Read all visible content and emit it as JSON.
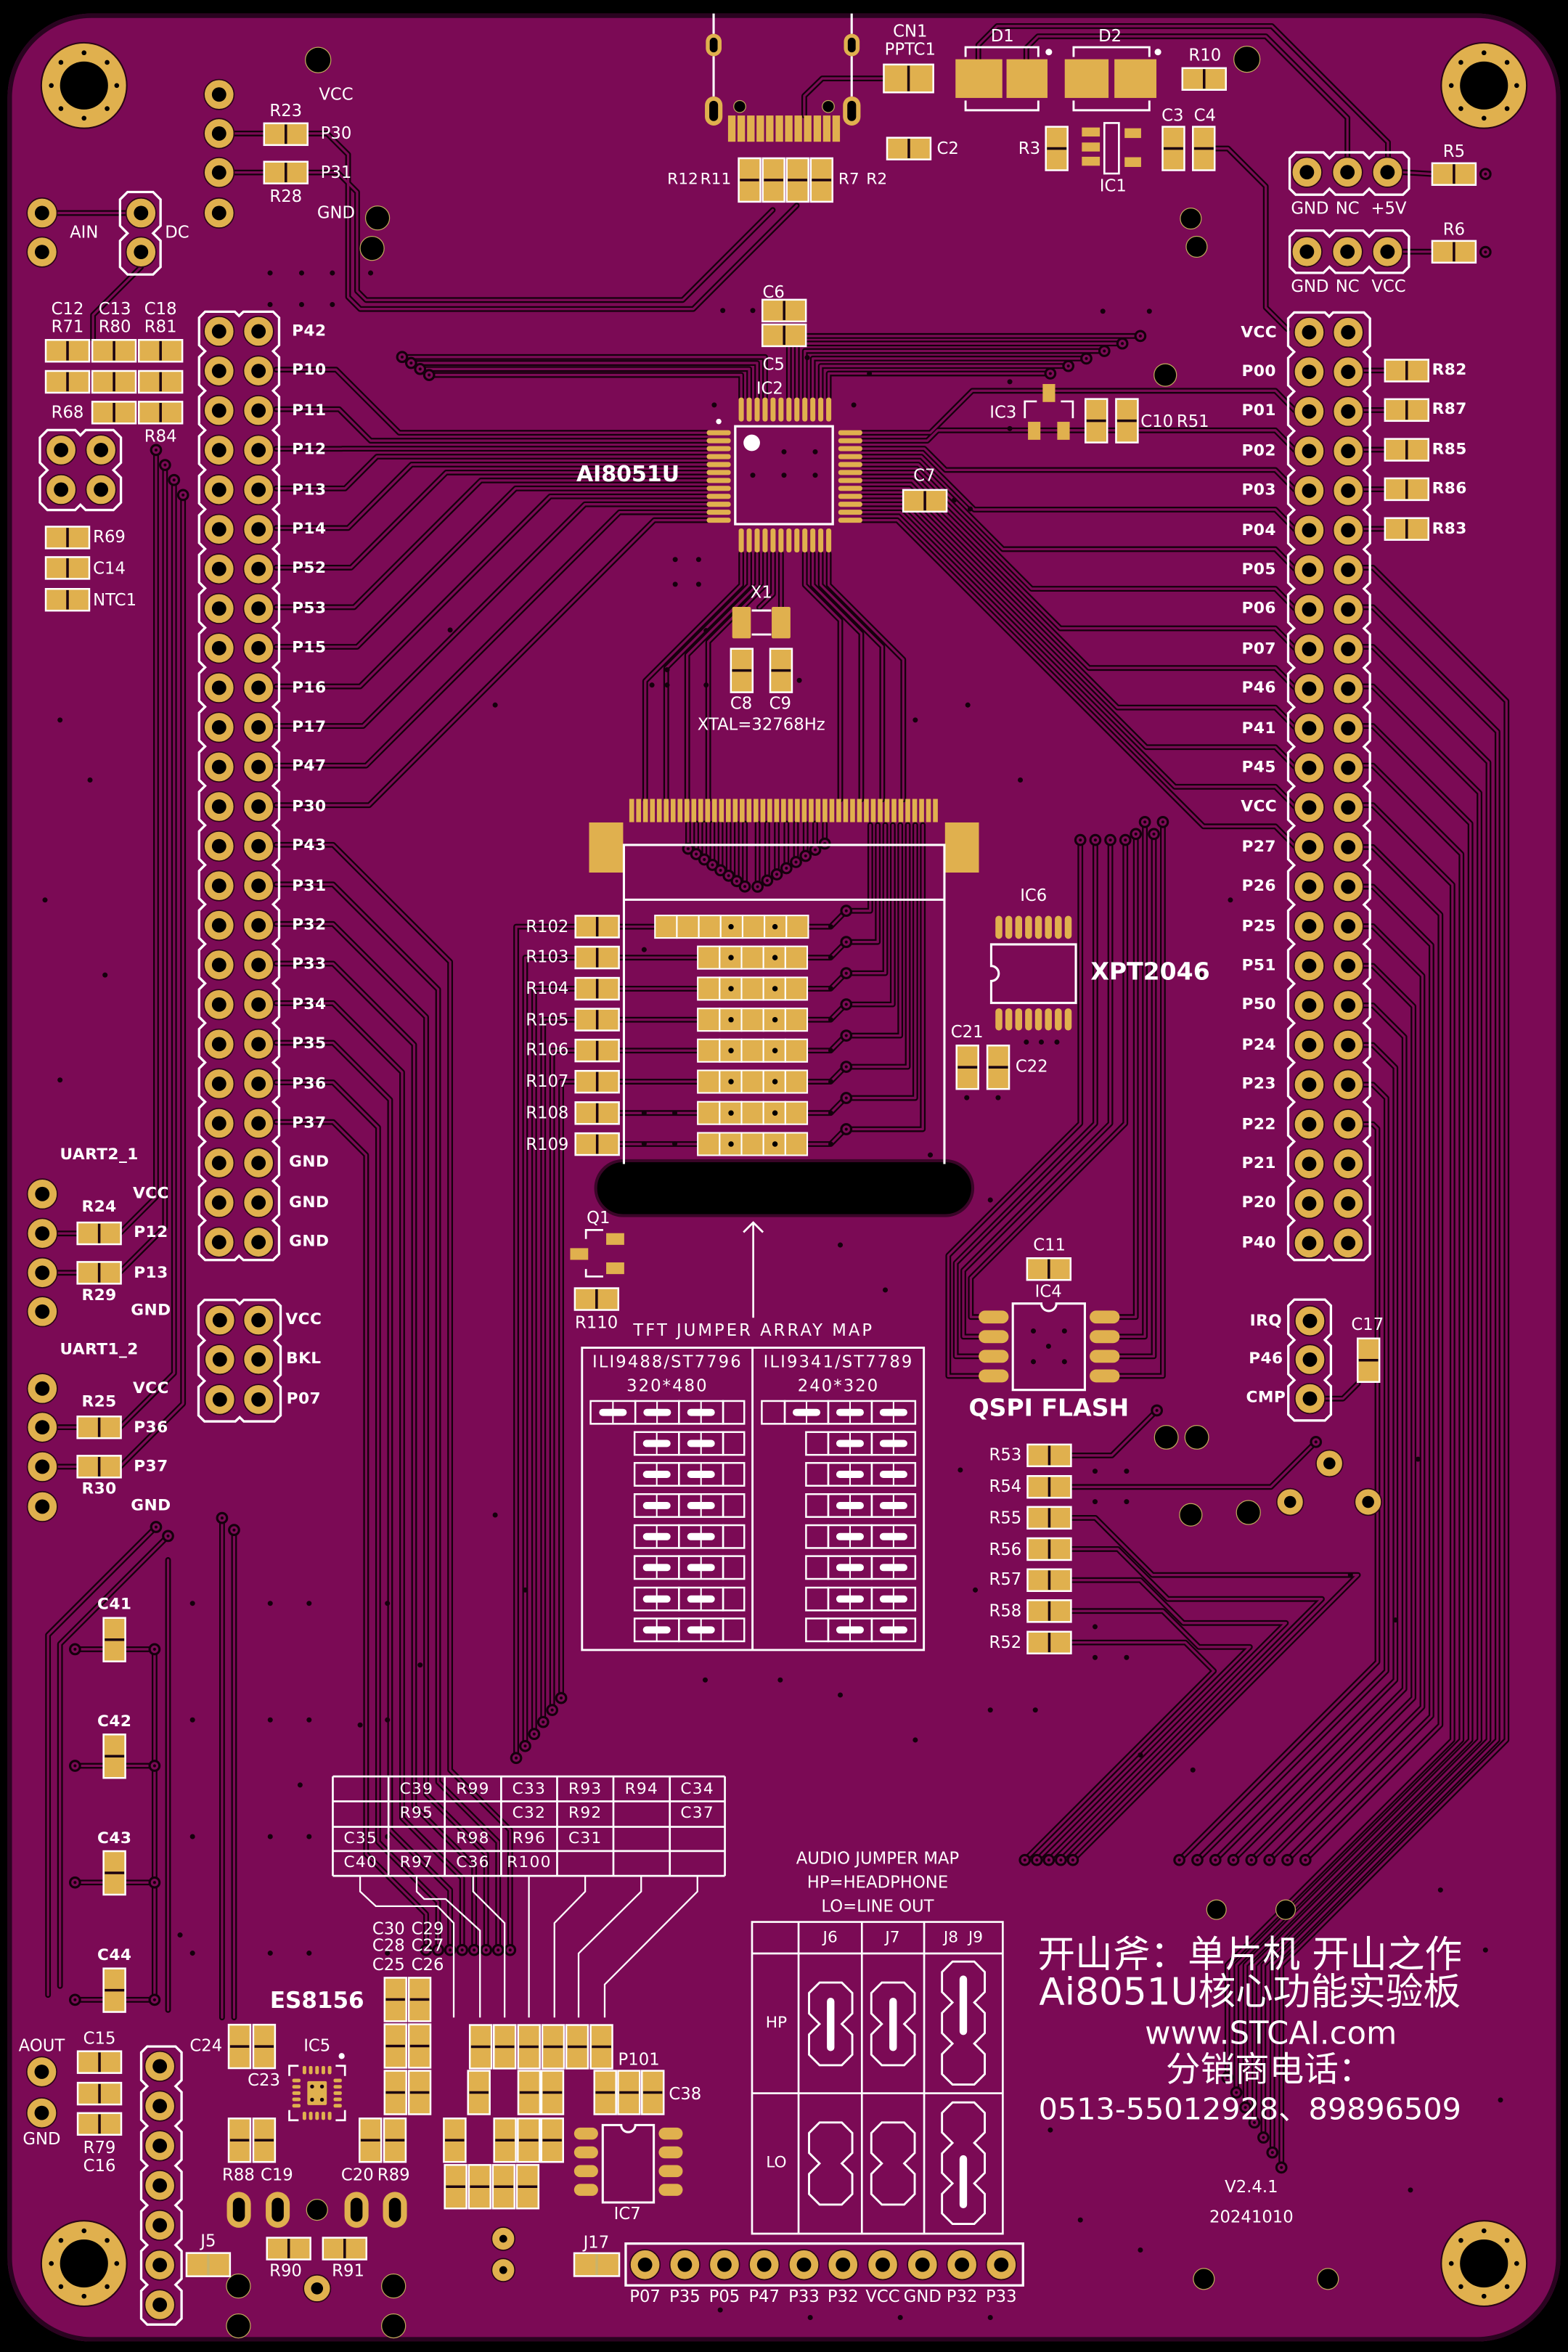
{
  "colors": {
    "background": "#000000",
    "board": "#7B0A55",
    "board_edge": "#2A0320",
    "copper_pad": "#E0B04E",
    "silkscreen": "#FFFFFF",
    "trace_clearance": "#14000C"
  },
  "labels": {
    "mcu": "AI8051U",
    "crystal": "XTAL=32768Hz",
    "touch_controller": "XPT2046",
    "flash": "QSPI FLASH",
    "audio_codec": "ES8156",
    "ain": "AIN",
    "dc": "DC"
  },
  "refdes": {
    "r23": "R23",
    "r28": "R28",
    "r12": "R12",
    "r11": "R11",
    "r7": "R7",
    "r2": "R2",
    "cn1": "CN1",
    "pptc1": "PPTC1",
    "c2": "C2",
    "d1": "D1",
    "d2": "D2",
    "r10": "R10",
    "c3": "C3",
    "c4": "C4",
    "r3": "R3",
    "ic1": "IC1",
    "r5": "R5",
    "r6": "R6",
    "c12": "C12",
    "c13": "C13",
    "c18": "C18",
    "r71": "R71",
    "r80": "R80",
    "r81": "R81",
    "r68": "R68",
    "r84": "R84",
    "r69": "R69",
    "c14": "C14",
    "ntc1": "NTC1",
    "c6": "C6",
    "c5": "C5",
    "ic2": "IC2",
    "c7": "C7",
    "x1": "X1",
    "c8": "C8",
    "c9": "C9",
    "ic3": "IC3",
    "c10": "C10",
    "r51": "R51",
    "r82": "R82",
    "r87": "R87",
    "r85": "R85",
    "r86": "R86",
    "r83": "R83",
    "r102": "R102",
    "r103": "R103",
    "r104": "R104",
    "r105": "R105",
    "r106": "R106",
    "r107": "R107",
    "r108": "R108",
    "r109": "R109",
    "q1": "Q1",
    "r110": "R110",
    "ic6": "IC6",
    "c21": "C21",
    "c22": "C22",
    "c11": "C11",
    "ic4": "IC4",
    "c17": "C17",
    "r53": "R53",
    "r54": "R54",
    "r55": "R55",
    "r56": "R56",
    "r57": "R57",
    "r58": "R58",
    "r52": "R52",
    "r24": "R24",
    "r29": "R29",
    "r25": "R25",
    "r30": "R30",
    "c41": "C41",
    "c42": "C42",
    "c43": "C43",
    "c44": "C44",
    "c30": "C30",
    "c29": "C29",
    "c28": "C28",
    "c27": "C27",
    "c25": "C25",
    "c26": "C26",
    "c24": "C24",
    "ic5": "IC5",
    "c23": "C23",
    "c15": "C15",
    "r79": "R79",
    "c16": "C16",
    "r88": "R88",
    "c19": "C19",
    "c20": "C20",
    "r89": "R89",
    "r90": "R90",
    "r91": "R91",
    "j5": "J5",
    "p101": "P101",
    "c38": "C38",
    "ic7": "IC7",
    "j17": "J17"
  },
  "pin_labels": {
    "top_left": [
      "VCC",
      "P30",
      "P31",
      "GND"
    ],
    "power_5v": [
      "GND",
      "NC",
      "+5V"
    ],
    "power_vcc": [
      "GND",
      "NC",
      "VCC"
    ],
    "left_header": [
      "P42",
      "P10",
      "P11",
      "P12",
      "P13",
      "P14",
      "P52",
      "P53",
      "P15",
      "P16",
      "P17",
      "P47",
      "P30",
      "P43",
      "P31",
      "P32",
      "P33",
      "P34",
      "P35",
      "P36",
      "P37",
      "GND",
      "GND",
      "GND"
    ],
    "right_header": [
      "VCC",
      "P00",
      "P01",
      "P02",
      "P03",
      "P04",
      "P05",
      "P06",
      "P07",
      "P46",
      "P41",
      "P45",
      "VCC",
      "P27",
      "P26",
      "P25",
      "P51",
      "P50",
      "P24",
      "P23",
      "P22",
      "P21",
      "P20",
      "P40"
    ],
    "uart2": {
      "title": "UART2_1",
      "pins": [
        "VCC",
        "P12",
        "P13",
        "GND"
      ]
    },
    "uart1": {
      "title": "UART1_2",
      "pins": [
        "VCC",
        "P36",
        "P37",
        "GND"
      ]
    },
    "backlight_header": [
      "VCC",
      "BKL",
      "P07"
    ],
    "irq_header": [
      "IRQ",
      "P46",
      "CMP"
    ],
    "aout": [
      "AOUT",
      "GND"
    ],
    "bottom_header": [
      "P07",
      "P35",
      "P05",
      "P47",
      "P33",
      "P32",
      "VCC",
      "GND",
      "P32",
      "P33"
    ]
  },
  "tft_jumper_map": {
    "title": "TFT JUMPER ARRAY MAP",
    "panels": [
      {
        "model": "ILI9488/ST7796",
        "resolution": "320*480"
      },
      {
        "model": "ILI9341/ST7789",
        "resolution": "240*320"
      }
    ]
  },
  "audio_part_table": {
    "rows": [
      [
        "",
        "C39",
        "R99",
        "C33",
        "R93",
        "R94",
        "C34"
      ],
      [
        "",
        "R95",
        "",
        "C32",
        "R92",
        "",
        "C37"
      ],
      [
        "C35",
        "",
        "R98",
        "R96",
        "C31",
        "",
        ""
      ],
      [
        "C40",
        "R97",
        "C36",
        "R100",
        "",
        "",
        ""
      ]
    ]
  },
  "audio_jumper_map": {
    "title": "AUDIO JUMPER MAP",
    "legend": [
      "HP=HEADPHONE",
      "LO=LINE OUT"
    ],
    "columns": [
      "J6",
      "J7",
      "J8  J9"
    ],
    "rows": [
      "HP",
      "LO"
    ]
  },
  "branding": {
    "lines": [
      "开山斧：单片机 开山之作",
      "Ai8051U核心功能实验板",
      "www.STCAI.com",
      "分销商电话：",
      "0513-55012928、89896509"
    ],
    "version": "V2.4.1",
    "date": "20241010"
  }
}
